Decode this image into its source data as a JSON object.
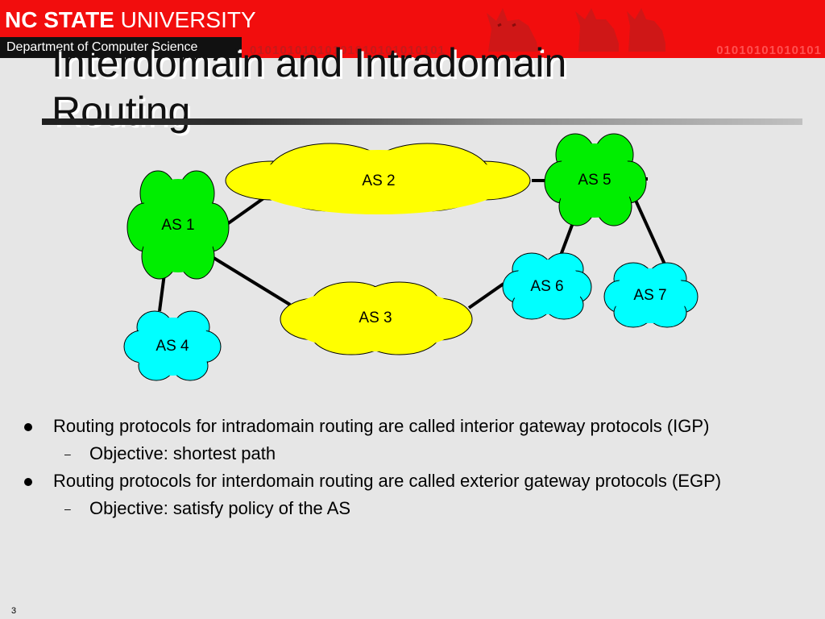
{
  "header": {
    "university_bold": "NC STATE",
    "university_rest": " UNIVERSITY",
    "department": "Department of Computer Science",
    "binary_pattern": "01010101010101",
    "binary_pattern_faint": "01010101010101010101010101",
    "banner_color": "#f20d0d"
  },
  "slide": {
    "title": "Interdomain and Intradomain Routing",
    "page_number": "3"
  },
  "diagram": {
    "nodes": [
      {
        "id": "as1",
        "label": "AS 1",
        "color": "#00ee00"
      },
      {
        "id": "as2",
        "label": "AS 2",
        "color": "#ffff00"
      },
      {
        "id": "as3",
        "label": "AS 3",
        "color": "#ffff00"
      },
      {
        "id": "as4",
        "label": "AS 4",
        "color": "#00ffff"
      },
      {
        "id": "as5",
        "label": "AS 5",
        "color": "#00ee00"
      },
      {
        "id": "as6",
        "label": "AS 6",
        "color": "#00ffff"
      },
      {
        "id": "as7",
        "label": "AS 7",
        "color": "#00ffff"
      }
    ],
    "links": [
      [
        "as1",
        "as2"
      ],
      [
        "as1",
        "as3"
      ],
      [
        "as1",
        "as4"
      ],
      [
        "as2",
        "as5"
      ],
      [
        "as3",
        "as6"
      ],
      [
        "as5",
        "as6"
      ],
      [
        "as5",
        "as7"
      ]
    ]
  },
  "bullets": [
    {
      "text": "Routing protocols for intradomain routing are called interior gateway protocols (IGP)",
      "sub": [
        {
          "text": "Objective: shortest path"
        }
      ]
    },
    {
      "text": "Routing protocols for interdomain routing are called exterior gateway protocols (EGP)",
      "sub": [
        {
          "text": "Objective: satisfy policy of the AS"
        }
      ]
    }
  ]
}
